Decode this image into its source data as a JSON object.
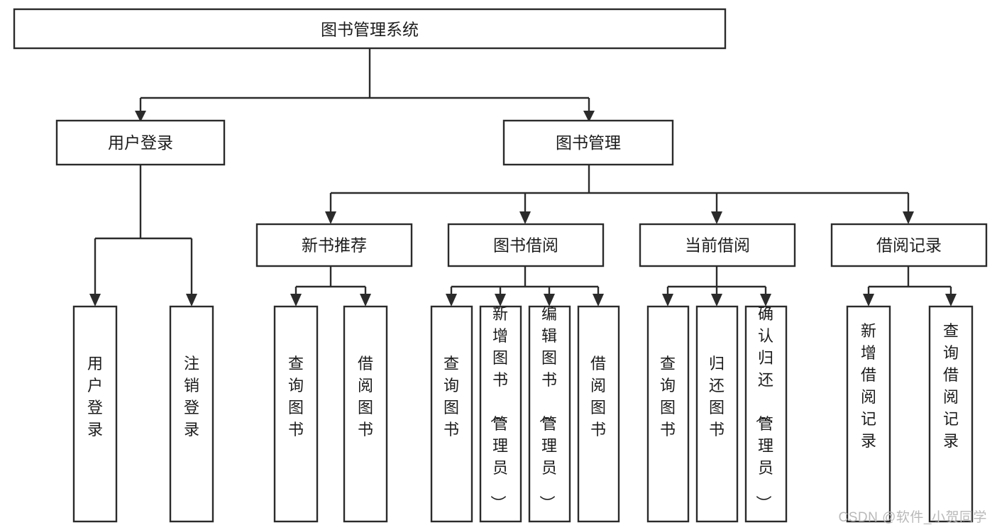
{
  "diagram": {
    "type": "hierarchy-tree",
    "title": "图书管理系统",
    "watermark": "CSDN @软件_小贺同学",
    "colors": {
      "stroke": "#2b2b2b",
      "fill": "#ffffff",
      "text": "#1c1c1c",
      "watermark": "#b9b9b9"
    },
    "levels": {
      "root": {
        "label": "图书管理系统"
      },
      "level2": [
        {
          "label": "用户登录"
        },
        {
          "label": "图书管理"
        }
      ],
      "level3": [
        {
          "label": "新书推荐"
        },
        {
          "label": "图书借阅"
        },
        {
          "label": "当前借阅"
        },
        {
          "label": "借阅记录"
        }
      ],
      "leaves": {
        "user_login": [
          {
            "label": "用户登录"
          },
          {
            "label": "注销登录"
          }
        ],
        "new_book": [
          {
            "label": "查询图书"
          },
          {
            "label": "借阅图书"
          }
        ],
        "borrow_book": [
          {
            "label": "查询图书"
          },
          {
            "label": "新增图书（管理员）"
          },
          {
            "label": "编辑图书（管理员）"
          },
          {
            "label": "借阅图书"
          }
        ],
        "current_borrow": [
          {
            "label": "查询图书"
          },
          {
            "label": "归还图书"
          },
          {
            "label": "确认归还（管理员）"
          }
        ],
        "borrow_record": [
          {
            "label": "新增借阅记录"
          },
          {
            "label": "查询借阅记录"
          }
        ]
      }
    }
  }
}
